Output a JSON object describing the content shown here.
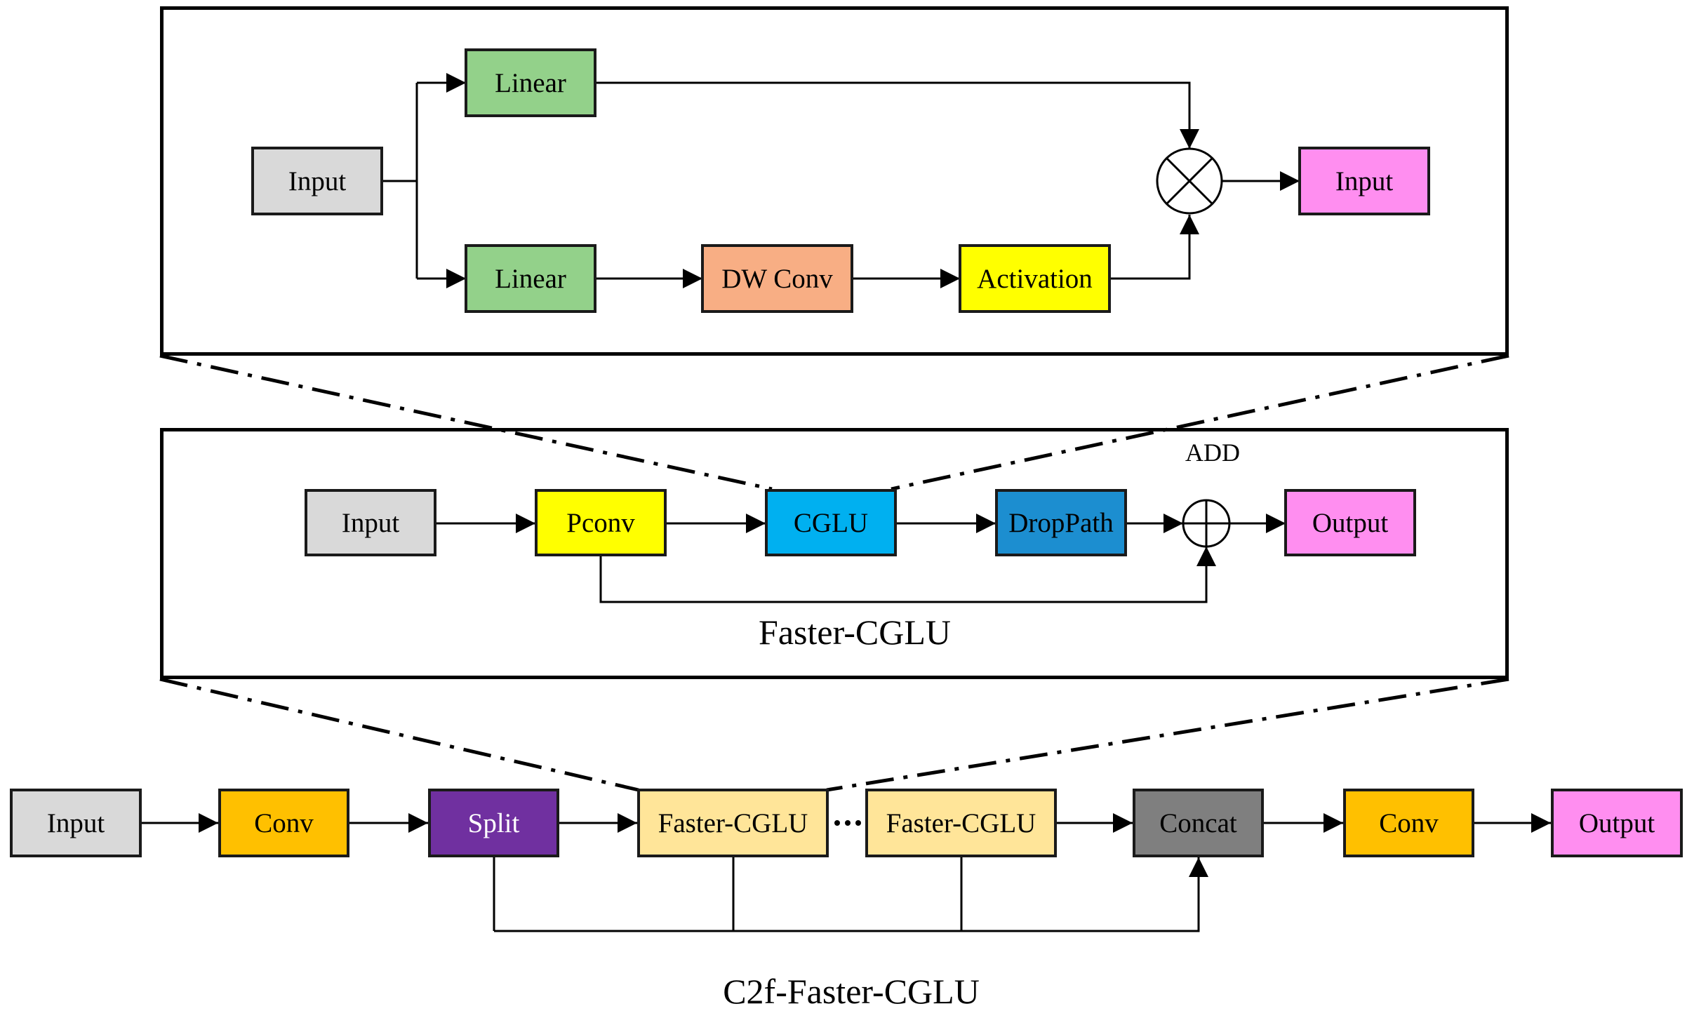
{
  "colors": {
    "input": "#d9d9d9",
    "linear": "#93d18a",
    "dwconv": "#f8ae84",
    "activation": "#ffff00",
    "output_pink": "#ff8ef0",
    "pconv": "#ffff00",
    "cglu": "#00b0f0",
    "droppath": "#1c8ed0",
    "conv": "#ffc000",
    "split": "#7030a0",
    "faster_cglu": "#ffe599",
    "concat": "#7f7f7f"
  },
  "cglu_detail": {
    "input": "Input",
    "linear_top": "Linear",
    "linear_bottom": "Linear",
    "dw_conv": "DW Conv",
    "activation": "Activation",
    "output": "Input",
    "multiply_icon": "multiply-circle-icon"
  },
  "faster_cglu_block": {
    "input": "Input",
    "pconv": "Pconv",
    "cglu": "CGLU",
    "droppath": "DropPath",
    "add_label": "ADD",
    "add_icon": "plus-circle-icon",
    "output": "Output",
    "caption": "Faster-CGLU"
  },
  "c2f_block": {
    "input": "Input",
    "conv1": "Conv",
    "split": "Split",
    "faster1": "Faster-CGLU",
    "faster2": "Faster-CGLU",
    "concat": "Concat",
    "conv2": "Conv",
    "output": "Output",
    "caption": "C2f-Faster-CGLU"
  }
}
